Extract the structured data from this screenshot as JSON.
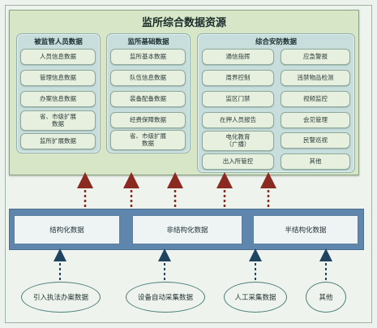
{
  "title": "监所综合数据资源",
  "groups": [
    {
      "title": "被监管人员数据",
      "items": [
        "人员信息数据",
        "管理信息数据",
        "办案信息数据",
        "省、市级扩展\n数据",
        "监所扩展数据"
      ]
    },
    {
      "title": "监所基础数据",
      "items": [
        "监所基本数据",
        "队伍信息数据",
        "装备配备数据",
        "经费保障数据",
        "省、市级扩展\n数据"
      ]
    },
    {
      "title": "综合安防数据",
      "left_items": [
        "通信指挥",
        "周界控制",
        "监区门禁",
        "在押人员报告",
        "电化教育\n（广播）",
        "出入所管控"
      ],
      "right_items": [
        "应急警报",
        "违禁物品检测",
        "视频监控",
        "会见管理",
        "民警巡视",
        "其他"
      ]
    }
  ],
  "structure": [
    "结构化数据",
    "非结构化数据",
    "半结构化数据"
  ],
  "sources": [
    "引入执法办案数据",
    "设备自动采集数据",
    "人工采集数据",
    "其他"
  ],
  "colors": {
    "arrow_up_dashed": "#8a2a20",
    "arrow_up_source": "#1f4460",
    "bar_blue": "#5f86ad",
    "panel_green": "#d7e6c7",
    "group_teal": "#c7dedd"
  }
}
